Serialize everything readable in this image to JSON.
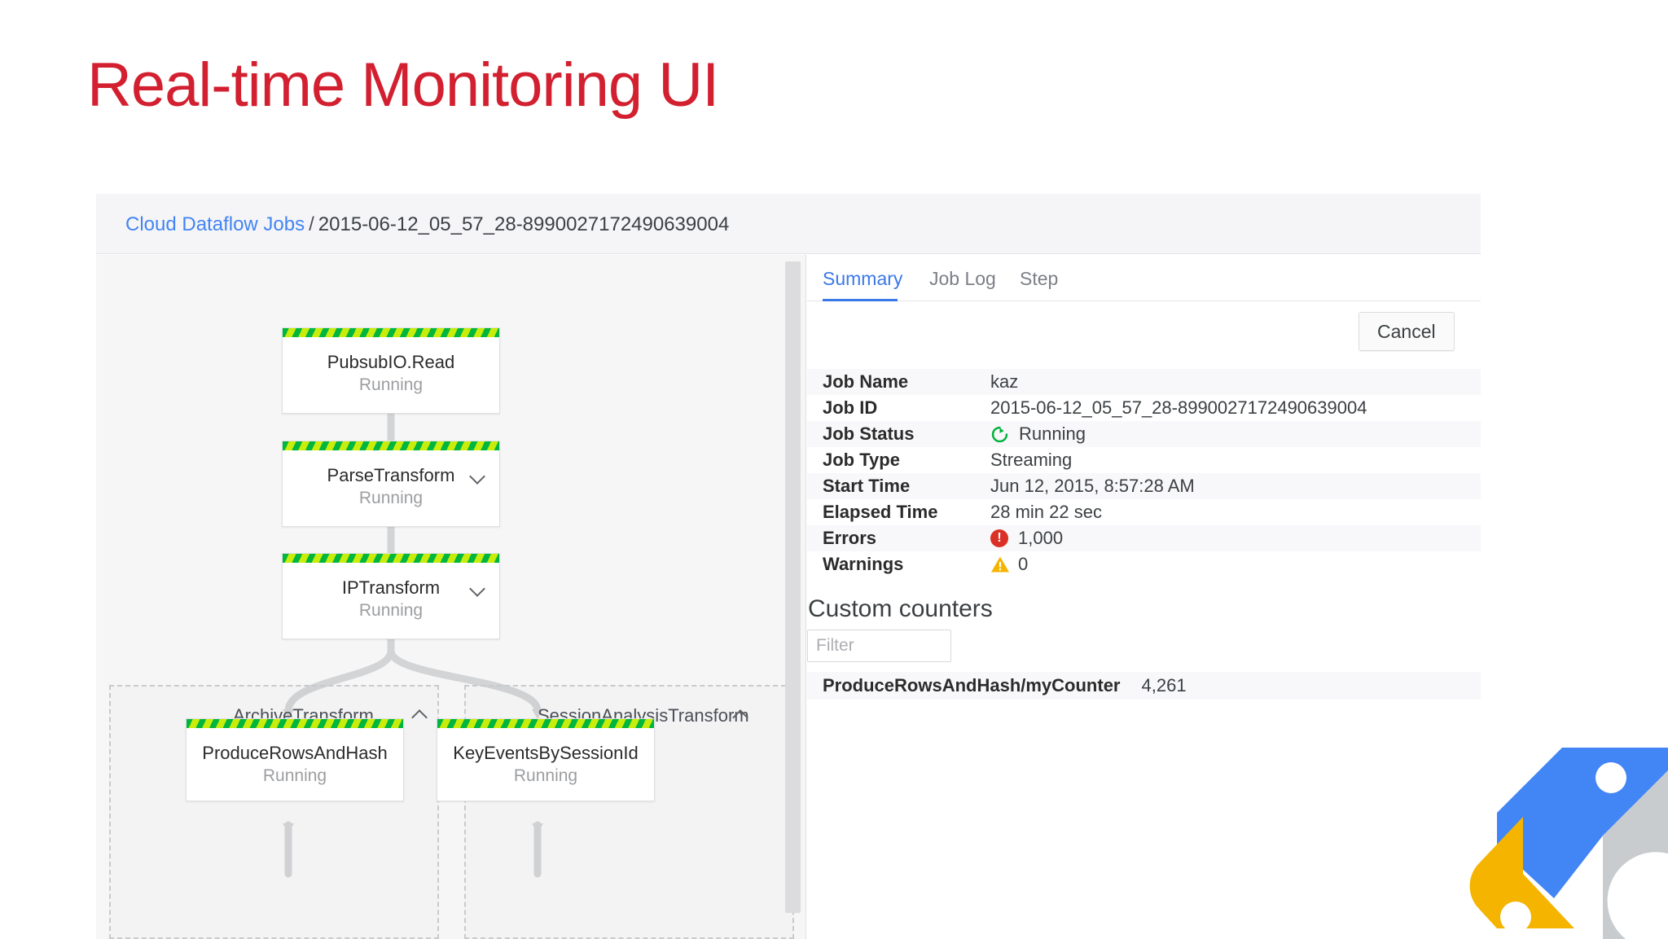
{
  "slide": {
    "title": "Real-time Monitoring UI",
    "title_color": "#d32030"
  },
  "breadcrumb": {
    "parent": "Cloud Dataflow Jobs",
    "separator": "/",
    "current": "2015-06-12_05_57_28-8990027172490639004"
  },
  "graph": {
    "nodes": [
      {
        "name": "PubsubIO.Read",
        "status": "Running",
        "has_chevron": false
      },
      {
        "name": "ParseTransform",
        "status": "Running",
        "has_chevron": true
      },
      {
        "name": "IPTransform",
        "status": "Running",
        "has_chevron": true
      },
      {
        "name": "ProduceRowsAndHash",
        "status": "Running",
        "has_chevron": false
      },
      {
        "name": "KeyEventsBySessionId",
        "status": "Running",
        "has_chevron": false
      }
    ],
    "groups": [
      {
        "label": "ArchiveTransform"
      },
      {
        "label": "SessionAnalysisTransform"
      }
    ],
    "progress_colors": {
      "stripe_a": "#00b63e",
      "stripe_b": "#c8ec0b"
    }
  },
  "detail": {
    "tabs": [
      {
        "label": "Summary",
        "active": true
      },
      {
        "label": "Job Log",
        "active": false
      },
      {
        "label": "Step",
        "active": false
      }
    ],
    "cancel_label": "Cancel",
    "summary_rows": [
      {
        "key": "Job Name",
        "value": "kaz",
        "icon": ""
      },
      {
        "key": "Job ID",
        "value": "2015-06-12_05_57_28-8990027172490639004",
        "icon": ""
      },
      {
        "key": "Job Status",
        "value": "Running",
        "icon": "running-icon"
      },
      {
        "key": "Job Type",
        "value": "Streaming",
        "icon": ""
      },
      {
        "key": "Start Time",
        "value": "Jun 12, 2015, 8:57:28 AM",
        "icon": ""
      },
      {
        "key": "Elapsed Time",
        "value": "28 min 22 sec",
        "icon": ""
      },
      {
        "key": "Errors",
        "value": "1,000",
        "icon": "error-icon"
      },
      {
        "key": "Warnings",
        "value": "0",
        "icon": "warning-icon"
      }
    ],
    "custom_counters": {
      "title": "Custom counters",
      "filter_placeholder": "Filter",
      "filter_value": "",
      "rows": [
        {
          "name": "ProduceRowsAndHash/myCounter",
          "value": "4,261"
        }
      ]
    },
    "colors": {
      "accent": "#3b78e7",
      "link": "#4284f3",
      "error": "#db3025",
      "warning": "#f5b400",
      "running": "#00b13c"
    }
  }
}
